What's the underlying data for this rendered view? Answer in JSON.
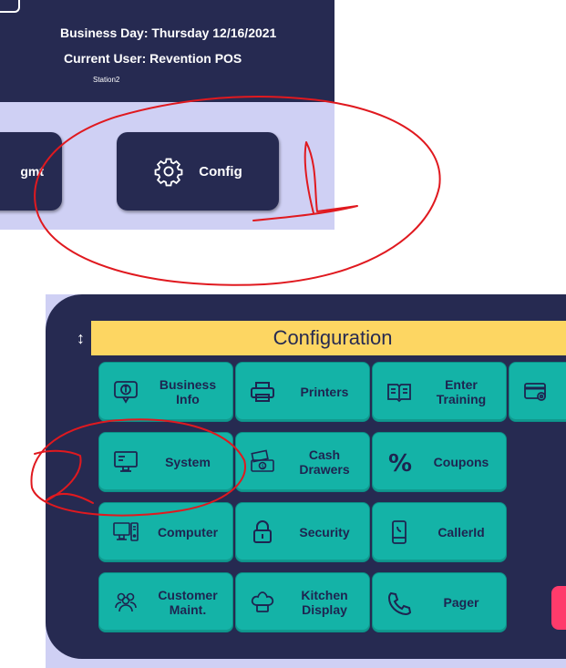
{
  "top": {
    "business_day": "Business Day: Thursday 12/16/2021",
    "current_user": "Current User: Revention POS",
    "station": "Station2",
    "mgmt_label": "gmt",
    "config_label": "Config"
  },
  "config": {
    "title": "Configuration",
    "resize_glyph": "↕",
    "tiles": [
      {
        "label": "Business\nInfo",
        "icon": "info-bubble-icon"
      },
      {
        "label": "Printers",
        "icon": "printer-icon"
      },
      {
        "label": "Enter\nTraining",
        "icon": "book-icon"
      },
      {
        "label": "",
        "icon": "card-reader-icon"
      },
      {
        "label": "System",
        "icon": "monitor-icon"
      },
      {
        "label": "Cash\nDrawers",
        "icon": "cash-drawer-icon"
      },
      {
        "label": "Coupons",
        "icon": "percent-icon"
      },
      {
        "label": "Computer",
        "icon": "computer-icon"
      },
      {
        "label": "Security",
        "icon": "lock-icon"
      },
      {
        "label": "CallerId",
        "icon": "phone-icon"
      },
      {
        "label": "Customer\nMaint.",
        "icon": "people-icon"
      },
      {
        "label": "Kitchen\nDisplay",
        "icon": "chef-hat-icon"
      },
      {
        "label": "Pager",
        "icon": "handset-icon"
      }
    ]
  },
  "colors": {
    "panel": "#262a51",
    "background": "#cfd0f4",
    "tile": "#14b3a7",
    "header": "#fdd662",
    "annotation": "#e0191f"
  }
}
